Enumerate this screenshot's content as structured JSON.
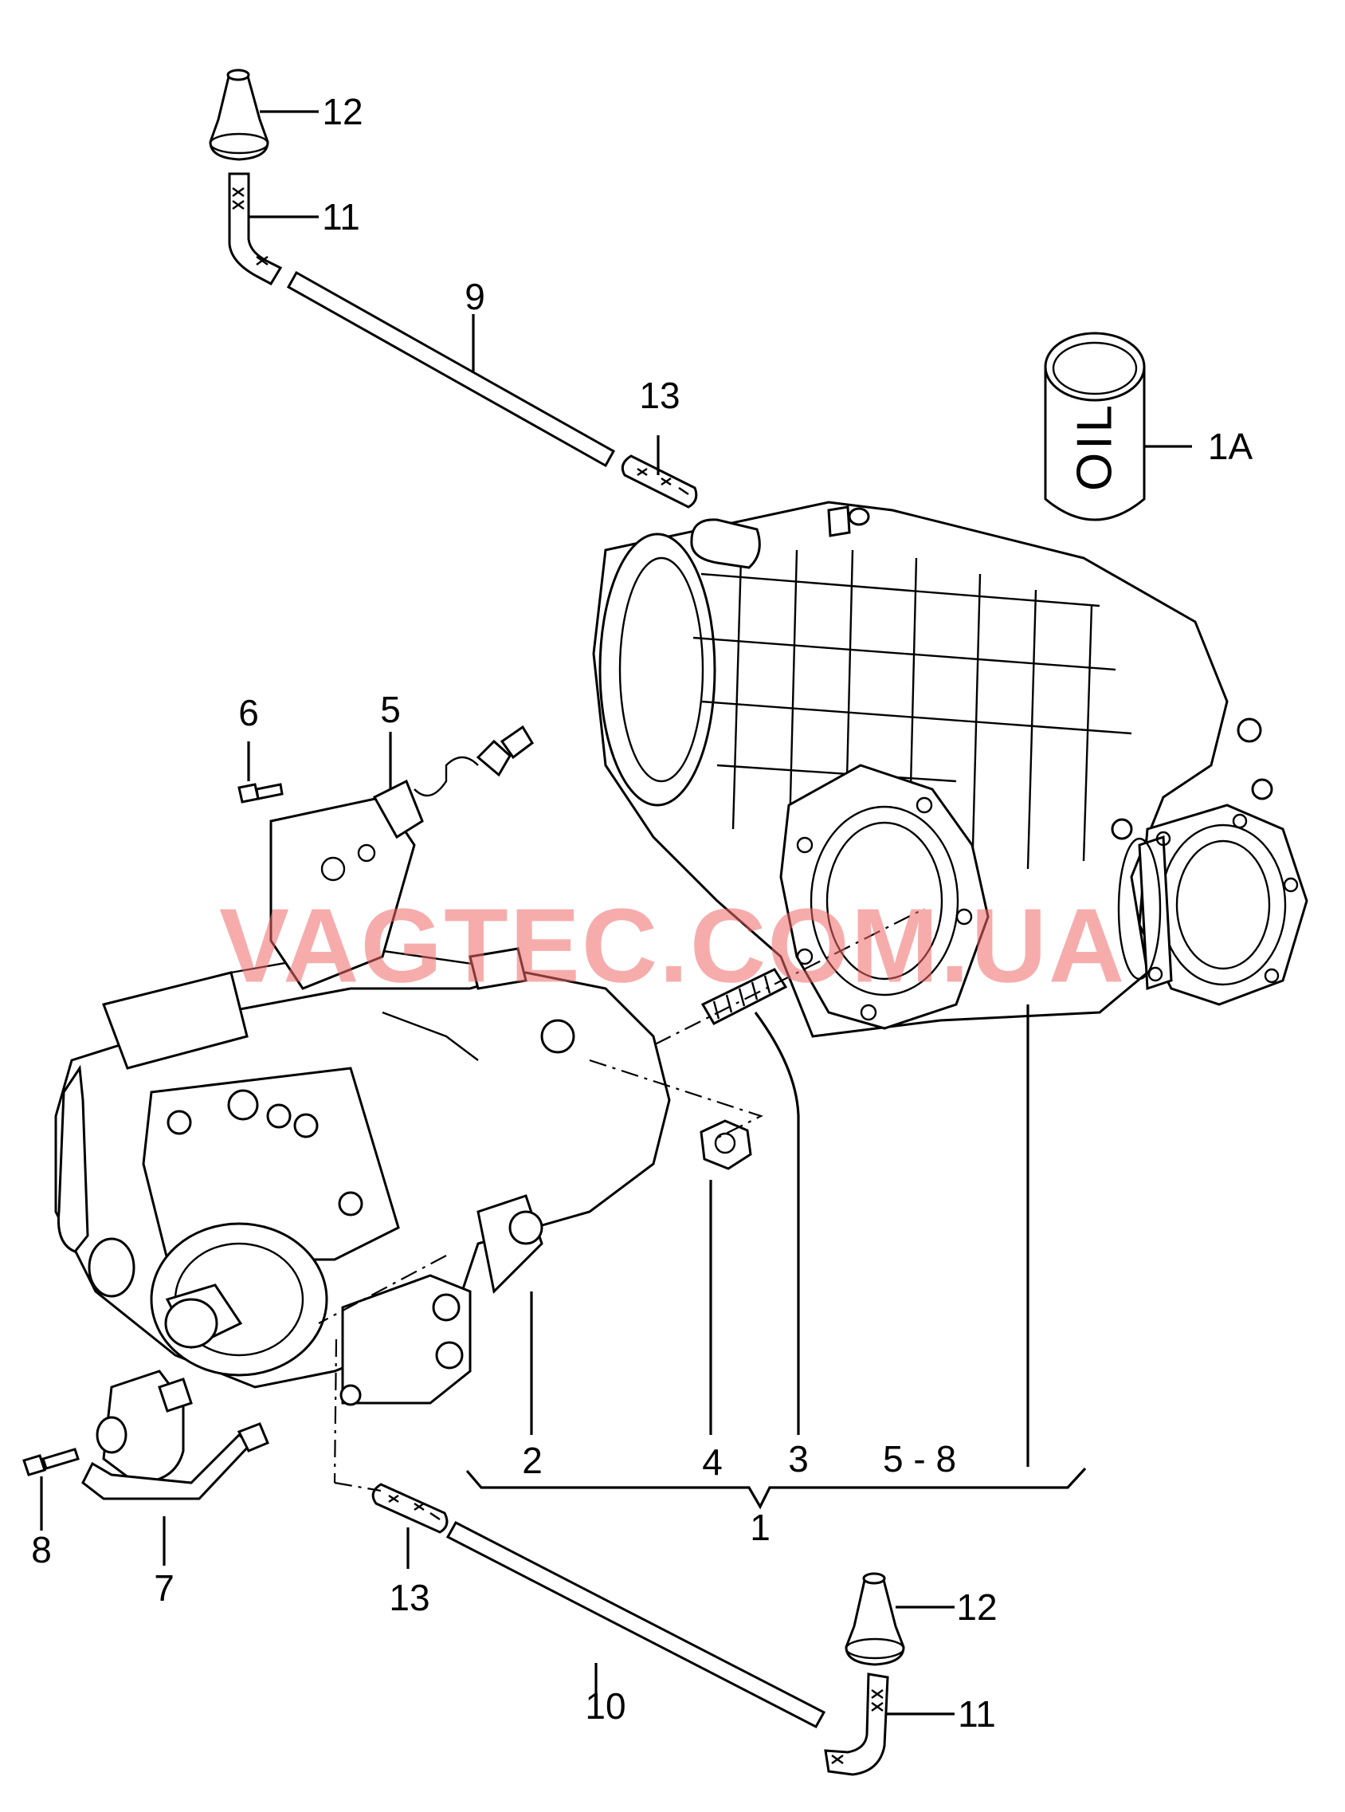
{
  "watermark": {
    "text": "VAGTEC.COM.UA",
    "color": "#f26a6a"
  },
  "callouts": [
    {
      "id": "12a",
      "text": "12"
    },
    {
      "id": "11a",
      "text": "11"
    },
    {
      "id": "9",
      "text": "9"
    },
    {
      "id": "13a",
      "text": "13"
    },
    {
      "id": "1A",
      "text": "1A"
    },
    {
      "id": "6",
      "text": "6"
    },
    {
      "id": "5",
      "text": "5"
    },
    {
      "id": "2",
      "text": "2"
    },
    {
      "id": "4",
      "text": "4"
    },
    {
      "id": "3",
      "text": "3"
    },
    {
      "id": "5-8",
      "text": "5 - 8"
    },
    {
      "id": "1",
      "text": "1"
    },
    {
      "id": "8",
      "text": "8"
    },
    {
      "id": "7",
      "text": "7"
    },
    {
      "id": "13b",
      "text": "13"
    },
    {
      "id": "10",
      "text": "10"
    },
    {
      "id": "12b",
      "text": "12"
    },
    {
      "id": "11b",
      "text": "11"
    }
  ],
  "oil_can": {
    "text": "OIL"
  }
}
